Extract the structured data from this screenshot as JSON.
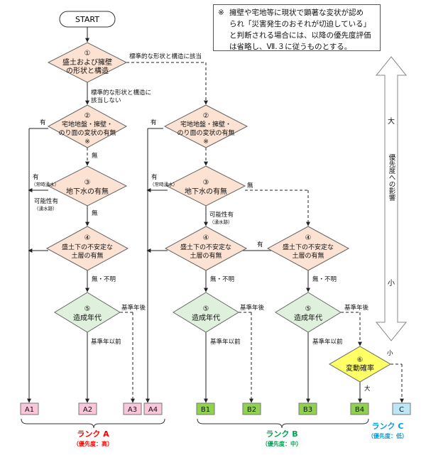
{
  "start": "START",
  "note": {
    "mark": "※",
    "lines": [
      "擁壁や宅地等に現状で顕著な変状が認め",
      "られ「災害発生のおそれが切迫している」",
      "と判断される場合には、以降の優先度評価",
      "は省略し、Ⅶ.３に従うものとする。"
    ]
  },
  "node1": {
    "num": "①",
    "line1": "盛土および擁壁",
    "line2": "の形状と構造"
  },
  "node2a": {
    "num": "②",
    "line1": "宅地地盤・擁壁・",
    "line2": "のり面の変状の有無",
    "mark": "※"
  },
  "node2b": {
    "num": "②",
    "line1": "宅地地盤・擁壁・",
    "line2": "のり面の変状の有無",
    "mark": "※"
  },
  "node3a": {
    "num": "③",
    "line1": "地下水の有無"
  },
  "node3b": {
    "num": "③",
    "line1": "地下水の有無"
  },
  "node4a": {
    "num": "④",
    "line1": "盛土下の不安定な",
    "line2": "土層の有無"
  },
  "node4b": {
    "num": "④",
    "line1": "盛土下の不安定な",
    "line2": "土層の有無"
  },
  "node4c": {
    "num": "④",
    "line1": "盛土下の不安定な",
    "line2": "土層の有無"
  },
  "node5a": {
    "num": "⑤",
    "line1": "造成年代"
  },
  "node5b": {
    "num": "⑤",
    "line1": "造成年代"
  },
  "node5c": {
    "num": "⑤",
    "line1": "造成年代"
  },
  "node6": {
    "num": "⑥",
    "line1": "変動確率"
  },
  "labels": {
    "std_yes": "標準的な形状と構造に該当",
    "std_no_1": "標準的な形状と構造に",
    "std_no_2": "該当しない",
    "ari": "有",
    "nashi": "無",
    "springwater": "（常時湧水）",
    "kanousei": "可能性有",
    "wet": "（湧水跡）",
    "nashi_fumei": "無・不明",
    "after": "基準年後",
    "before": "基準年以前",
    "dai": "大",
    "shou": "小"
  },
  "ranks": [
    "A1",
    "A2",
    "A3",
    "A4",
    "B1",
    "B2",
    "B3",
    "B4",
    "C"
  ],
  "groups": {
    "a": {
      "name": "ランク A",
      "sub": "（優先度：高）"
    },
    "b": {
      "name": "ランク B",
      "sub": "（優先度：中）"
    },
    "c": {
      "name": "ランク C",
      "sub": "（優先度：低）"
    }
  },
  "arrow": {
    "top": "大",
    "mid": "優先度への影響",
    "bottom": "小"
  },
  "colors": {
    "diamond": "#fbe2d3",
    "green": "#dff0dc",
    "yellow": "#ffff66",
    "rankA": "#f9c6da",
    "rankB": "#92d050",
    "rankC": "#bde7f5",
    "red": "#ff0000",
    "greenText": "#00a050",
    "blueText": "#00a0e0"
  }
}
